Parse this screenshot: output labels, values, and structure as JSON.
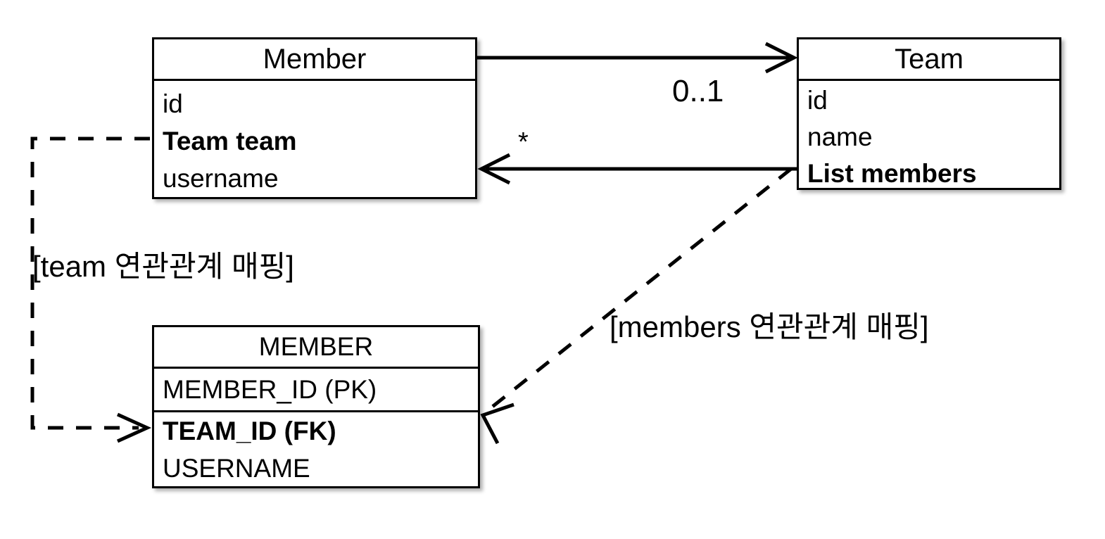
{
  "diagram": {
    "type": "uml-er-mapping-diagram",
    "stroke_color": "#000000",
    "background_color": "#ffffff",
    "classes": [
      {
        "id": "member",
        "title": "Member",
        "attributes": [
          {
            "text": "id",
            "bold": false
          },
          {
            "text": "Team team",
            "bold": true
          },
          {
            "text": "username",
            "bold": false
          }
        ]
      },
      {
        "id": "team",
        "title": "Team",
        "attributes": [
          {
            "text": "id",
            "bold": false
          },
          {
            "text": "name",
            "bold": false
          },
          {
            "text": "List members",
            "bold": true
          }
        ]
      }
    ],
    "tables": [
      {
        "id": "member_table",
        "title": "MEMBER",
        "primary_key": [
          {
            "text": "MEMBER_ID (PK)",
            "bold": false
          }
        ],
        "columns": [
          {
            "text": "TEAM_ID (FK)",
            "bold": true
          },
          {
            "text": "USERNAME",
            "bold": false
          }
        ]
      }
    ],
    "edges": [
      {
        "id": "member-to-team",
        "from": "member",
        "to": "team",
        "style": "solid",
        "arrow": "open",
        "multiplicity": "0..1"
      },
      {
        "id": "team-to-member",
        "from": "team",
        "to": "member",
        "style": "solid",
        "arrow": "open",
        "multiplicity": "*"
      },
      {
        "id": "team-field-mapping",
        "from": "member.Team team",
        "to": "member_table.TEAM_ID (FK)",
        "style": "dashed",
        "arrow": "open",
        "label": "[team 연관관계 매핑]"
      },
      {
        "id": "members-field-mapping",
        "from": "team.List members",
        "to": "member_table",
        "style": "dashed",
        "arrow": "open",
        "label": "[members 연관관계 매핑]"
      }
    ]
  }
}
